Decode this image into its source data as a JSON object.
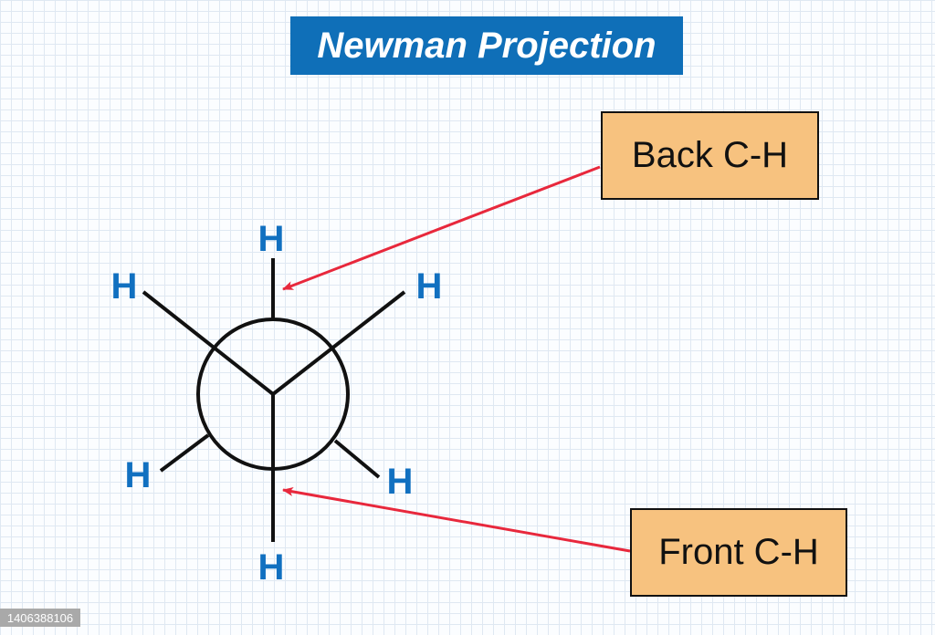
{
  "title": "Newman Projection",
  "labels": {
    "back": "Back C-H",
    "front": "Front C-H"
  },
  "atoms": {
    "top": "H",
    "upper_left": "H",
    "upper_right": "H",
    "lower_left": "H",
    "lower_right": "H",
    "bottom": "H"
  },
  "image_id": "1406388106",
  "colors": {
    "title_bg": "#0f6fb8",
    "label_bg": "#f7c27f",
    "atom": "#1170c0",
    "arrow": "#e8283c"
  }
}
